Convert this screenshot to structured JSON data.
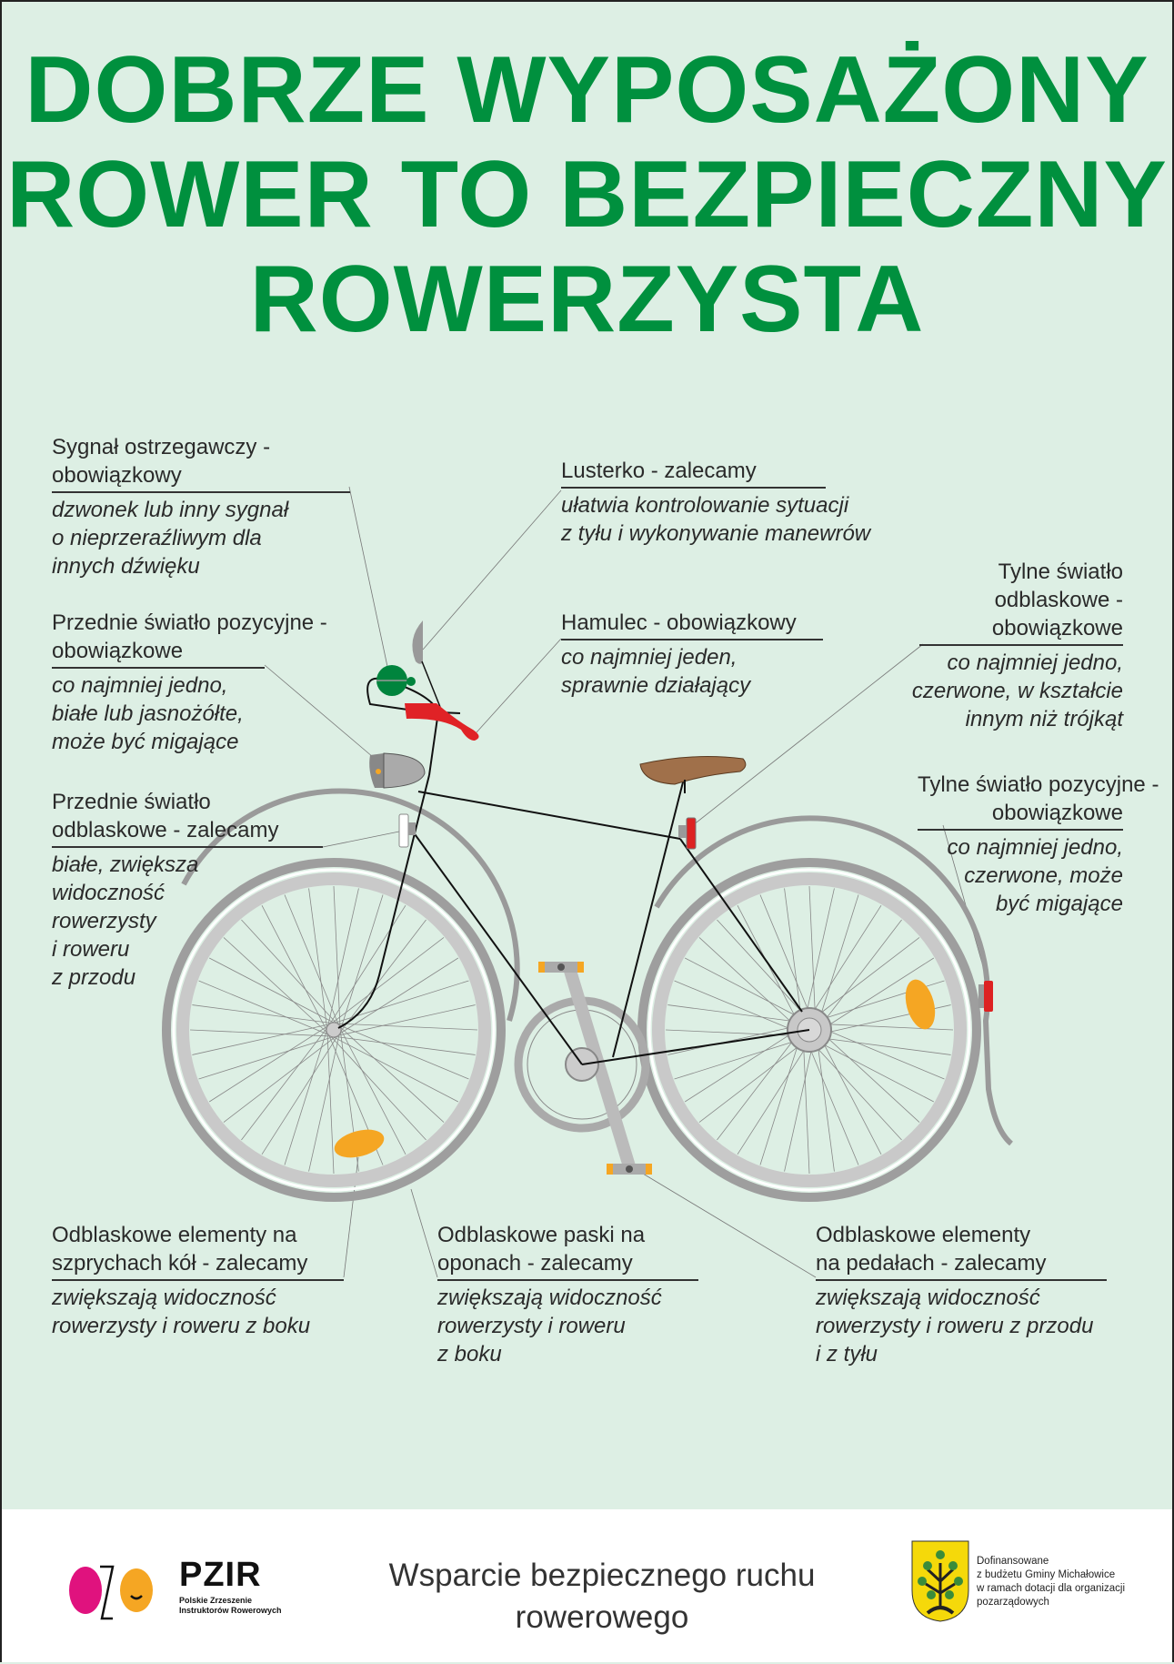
{
  "title": [
    "DOBRZE WYPOSAŻONY",
    "ROWER TO BEZPIECZNY",
    "ROWERZYSTA"
  ],
  "labels": {
    "bell": {
      "heading": [
        "Sygnał ostrzegawczy -",
        "obowiązkowy"
      ],
      "desc": [
        "dzwonek lub inny sygnał",
        "o nieprzeraźliwym dla",
        "innych dźwięku"
      ]
    },
    "mirror": {
      "heading": [
        "Lusterko - zalecamy"
      ],
      "desc": [
        "ułatwia kontrolowanie sytuacji",
        "z tyłu i wykonywanie manewrów"
      ]
    },
    "front_light": {
      "heading": [
        "Przednie światło pozycyjne -",
        "obowiązkowe"
      ],
      "desc": [
        "co najmniej jedno,",
        "białe lub jasnożółte,",
        "może być migające"
      ]
    },
    "brake": {
      "heading": [
        "Hamulec - obowiązkowy"
      ],
      "desc": [
        "co najmniej jeden,",
        "sprawnie działający"
      ]
    },
    "rear_reflector": {
      "heading": [
        "Tylne światło",
        "odblaskowe -",
        "obowiązkowe"
      ],
      "desc": [
        "co najmniej jedno,",
        "czerwone, w kształcie",
        "innym niż trójkąt"
      ]
    },
    "front_reflector": {
      "heading": [
        "Przednie światło",
        "odblaskowe - zalecamy"
      ],
      "desc": [
        "białe, zwiększa",
        "widoczność",
        "rowerzysty",
        "i roweru",
        "z przodu"
      ]
    },
    "rear_light": {
      "heading": [
        "Tylne światło pozycyjne -",
        "obowiązkowe"
      ],
      "desc": [
        "co najmniej jedno,",
        "czerwone, może",
        "być migające"
      ]
    },
    "spoke_reflectors": {
      "heading": [
        "Odblaskowe elementy na",
        "szprychach kół - zalecamy"
      ],
      "desc": [
        "zwiększają widoczność",
        "rowerzysty i roweru z boku"
      ]
    },
    "tire_strips": {
      "heading": [
        "Odblaskowe paski na",
        "oponach - zalecamy"
      ],
      "desc": [
        "zwiększają widoczność",
        "rowerzysty i roweru",
        "z boku"
      ]
    },
    "pedal_reflectors": {
      "heading": [
        "Odblaskowe elementy",
        "na pedałach - zalecamy"
      ],
      "desc": [
        "zwiększają widoczność",
        "rowerzysty i roweru z przodu",
        "i z tyłu"
      ]
    }
  },
  "footer": {
    "slogan": [
      "Wsparcie bezpiecznego ruchu",
      "rowerowego"
    ],
    "pzir_name": "PZIR",
    "pzir_sub": [
      "Polskie Zrzeszenie",
      "Instruktorów Rowerowych"
    ],
    "funding": [
      "Dofinansowane",
      "z budżetu Gminy Michałowice",
      "w ramach dotacji dla organizacji",
      "pozarządowych"
    ]
  },
  "colors": {
    "title": "#00903e",
    "background": "#ddefe4",
    "bell": "#00843d",
    "brake": "#e02226",
    "reflector": "#f5a623",
    "saddle": "#a0704a"
  }
}
